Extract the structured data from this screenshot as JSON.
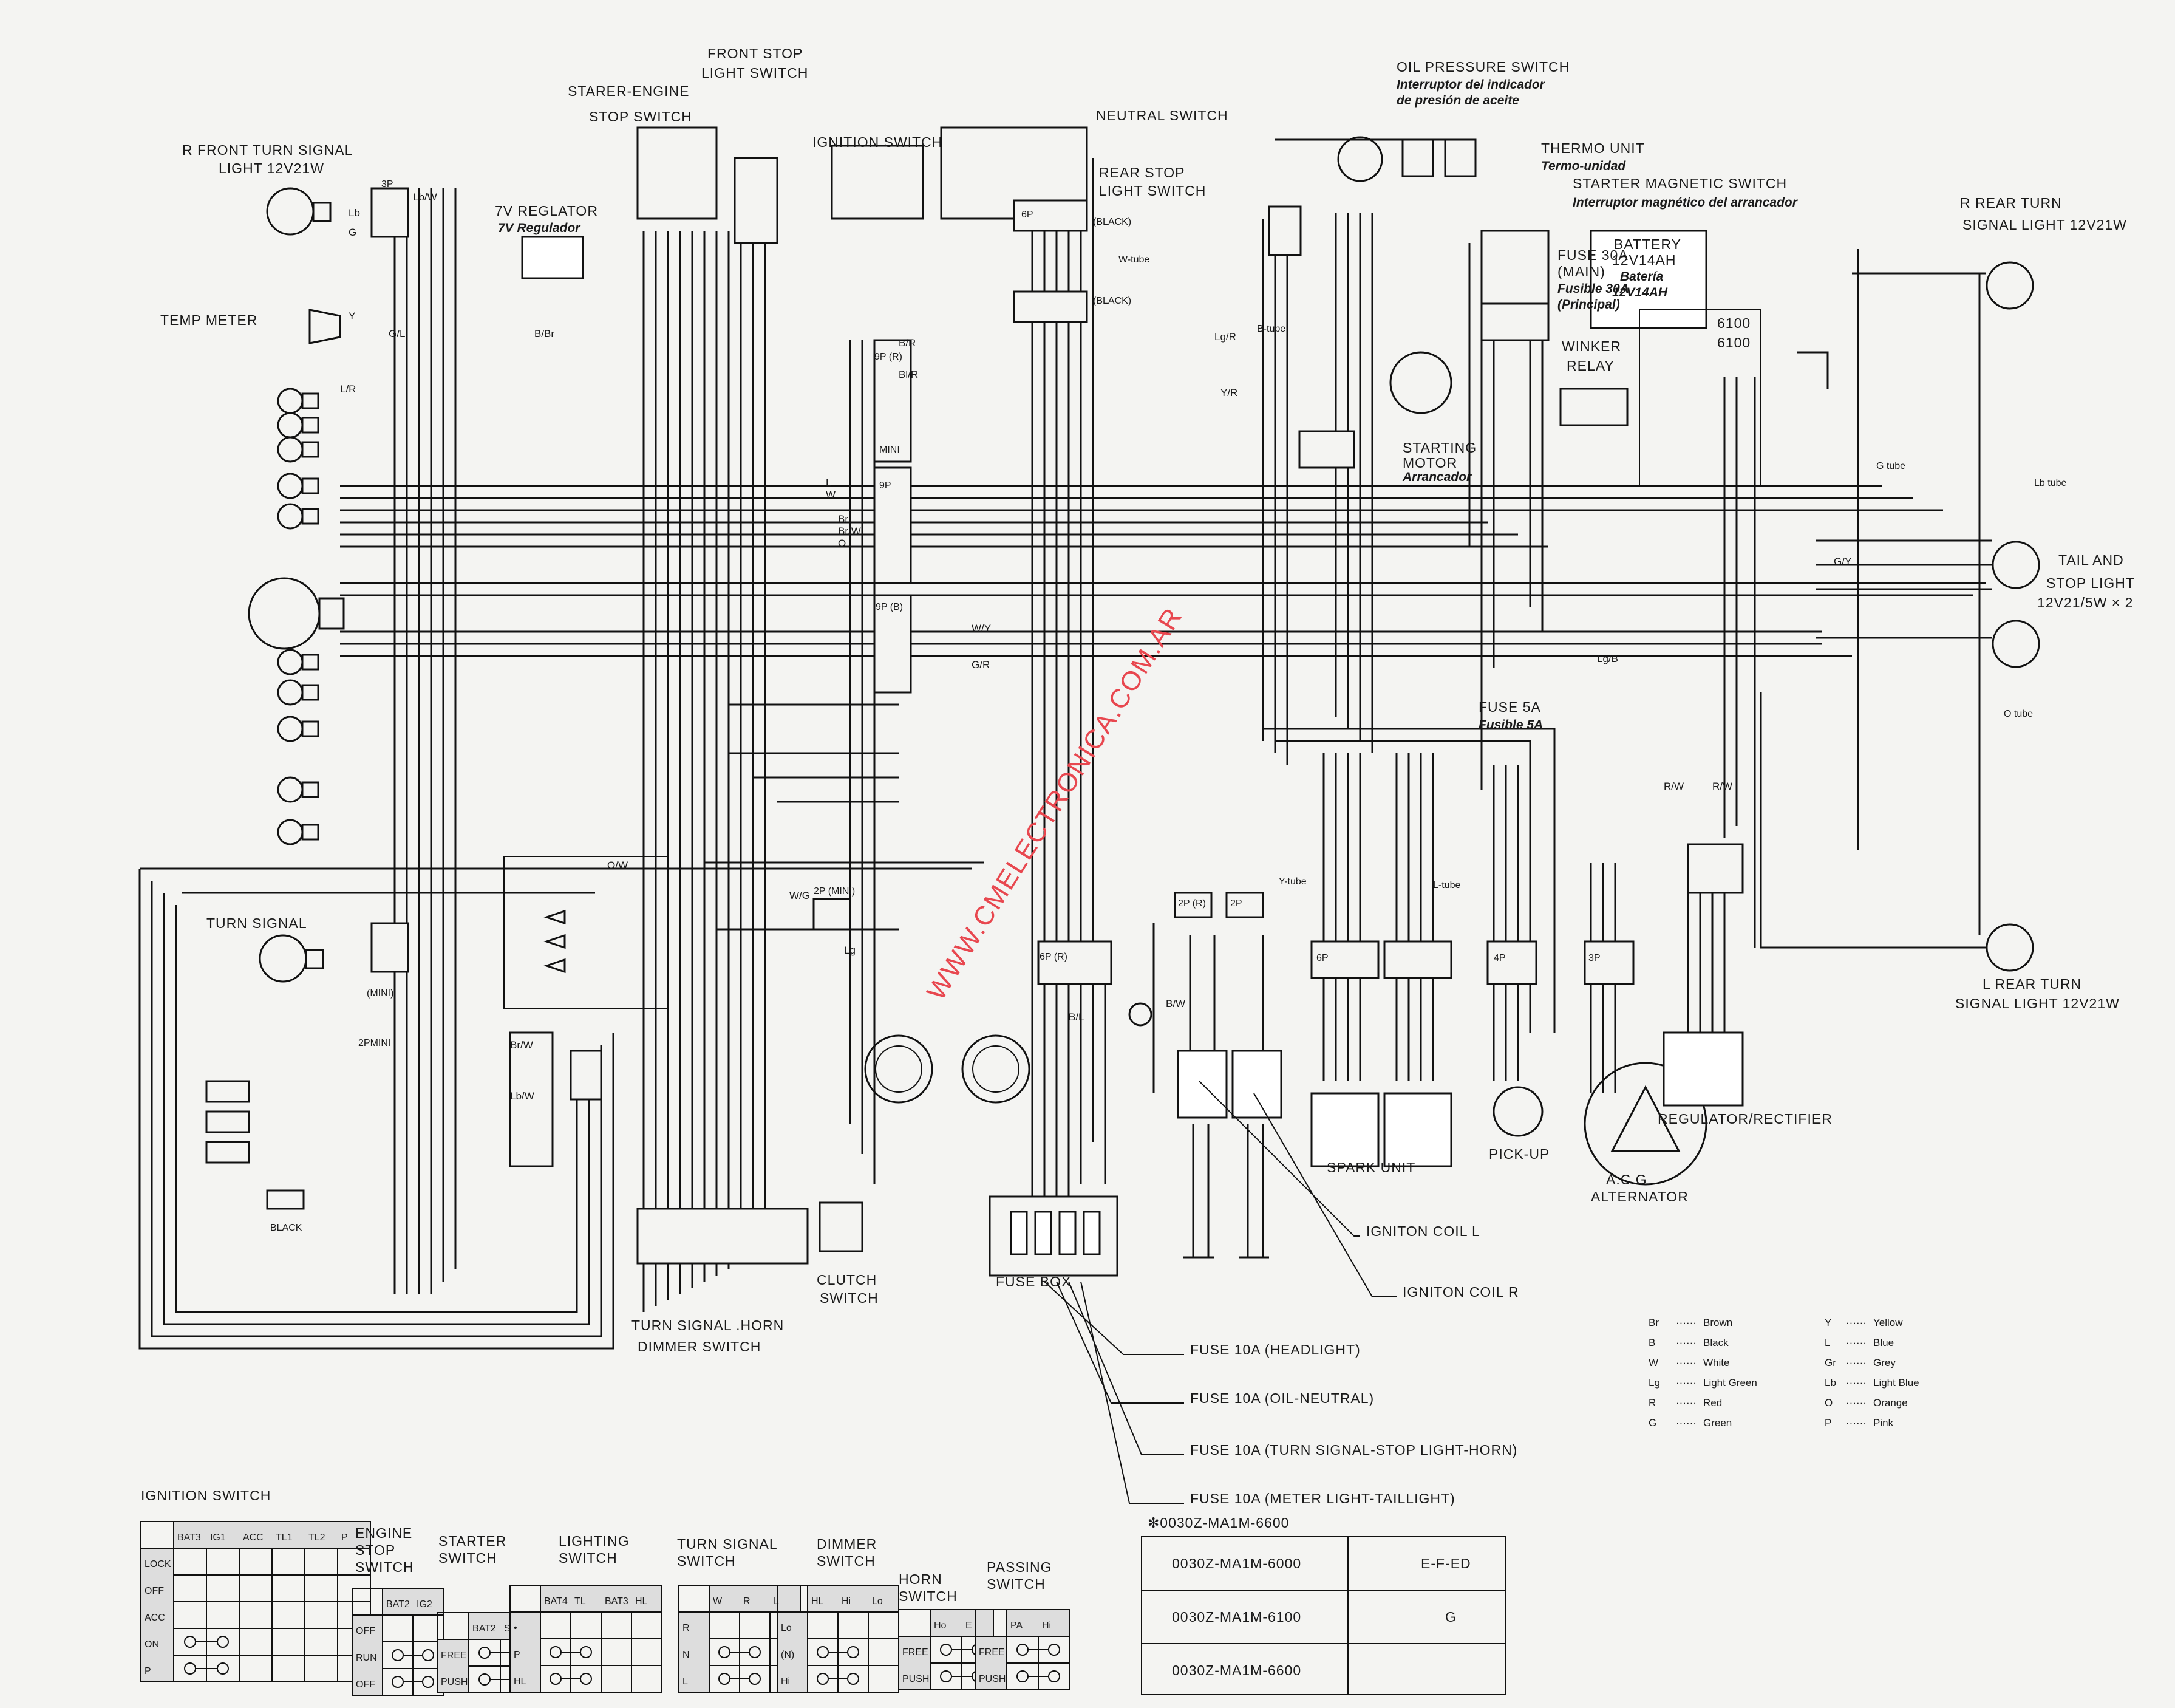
{
  "diagram": {
    "components": {
      "r_front_turn": [
        "R FRONT TURN SIGNAL",
        "LIGHT 12V21W"
      ],
      "starter_engine_stop": [
        "STARER-ENGINE",
        "STOP SWITCH"
      ],
      "front_stop": [
        "FRONT STOP",
        "LIGHT SWITCH"
      ],
      "ignition_switch": "IGNITION SWITCH",
      "neutral_switch": "NEUTRAL SWITCH",
      "rear_stop": [
        "REAR STOP",
        "LIGHT SWITCH"
      ],
      "regulator_7v": [
        "7V REGLATOR",
        "7V Regulador"
      ],
      "temp_meter": "TEMP METER",
      "oil_pressure": [
        "OIL PRESSURE SWITCH",
        "Interruptor del indicador",
        "de presión de aceite"
      ],
      "thermo_unit": [
        "THERMO UNIT",
        "Termo-unidad"
      ],
      "starter_magnetic": [
        "STARTER MAGNETIC SWITCH",
        "Interruptor magnético del arrancador"
      ],
      "fuse_30a": [
        "FUSE 30A",
        "(MAIN)",
        "Fusible 30A",
        "(Principal)"
      ],
      "battery": [
        "BATTERY",
        "12V14AH",
        "Batería",
        "12V14AH"
      ],
      "winker_relay": [
        "WINKER",
        "RELAY"
      ],
      "starting_motor": [
        "STARTING",
        "MOTOR",
        "Arrancador"
      ],
      "r_rear_turn": [
        "R REAR TURN",
        "SIGNAL LIGHT 12V21W"
      ],
      "tail_stop": [
        "TAIL AND",
        "STOP LIGHT",
        "12V21/5W × 2"
      ],
      "l_rear_turn": [
        "L REAR TURN",
        "SIGNAL LIGHT 12V21W"
      ],
      "fuse_5a": [
        "FUSE 5A",
        "Fusible 5A"
      ],
      "turn_signal": "TURN SIGNAL",
      "spark_unit": "SPARK UNIT",
      "pickup": "PICK-UP",
      "alternator": [
        "A.C.G",
        "ALTERNATOR"
      ],
      "regulator_rectifier": "REGULATOR/RECTIFIER",
      "ignition_coil_l": "IGNITON COIL L",
      "ignition_coil_r": "IGNITON COIL R",
      "fuse_box": "FUSE BOX",
      "clutch_switch": [
        "CLUTCH",
        "SWITCH"
      ],
      "handlebar_switch": [
        "TURN SIGNAL .HORN",
        "DIMMER SWITCH"
      ],
      "fuse_headlight": "FUSE 10A (HEADLIGHT)",
      "fuse_oil": "FUSE 10A (OIL-NEUTRAL)",
      "fuse_turn": "FUSE 10A (TURN SIGNAL-STOP LIGHT-HORN)",
      "fuse_meter": "FUSE 10A (METER LIGHT-TAILLIGHT)",
      "code_6100": [
        "6100",
        "6100"
      ],
      "watermark": "WWW.CMELECTRONICA.COM.AR"
    },
    "connectors": [
      "3P",
      "(MINI)",
      "9P (R)",
      "MINI",
      "9P",
      "9P (B)",
      "6P",
      "(BLACK)",
      "W-tube",
      "B-tube",
      "2P (MINI)",
      "2P (R)",
      "2P",
      "6P (R)",
      "6P",
      "4P",
      "3P",
      "2PMINI",
      "BLACK",
      "G tube",
      "Lb tube",
      "O tube",
      "Y-tube",
      "L-tube",
      "(BLACK)"
    ],
    "wire_labels": [
      "Lb/W",
      "Lb",
      "G",
      "Y",
      "G/L",
      "B/Br",
      "Lg/R",
      "B/R",
      "L/R",
      "Bl/R",
      "L",
      "W",
      "Br",
      "Br/W",
      "O",
      "O/W",
      "W/G",
      "Lg",
      "Br/W",
      "Lb/W",
      "G/Y",
      "R/W",
      "Y/R",
      "G/R",
      "W/Y",
      "R/W",
      "B/W",
      "B/L",
      "Lg/B"
    ]
  },
  "legend": {
    "title": "",
    "left": [
      {
        "code": "Br",
        "name": "Brown"
      },
      {
        "code": "B",
        "name": "Black"
      },
      {
        "code": "W",
        "name": "White"
      },
      {
        "code": "Lg",
        "name": "Light Green"
      },
      {
        "code": "R",
        "name": "Red"
      },
      {
        "code": "G",
        "name": "Green"
      }
    ],
    "right": [
      {
        "code": "Y",
        "name": "Yellow"
      },
      {
        "code": "L",
        "name": "Blue"
      },
      {
        "code": "Gr",
        "name": "Grey"
      },
      {
        "code": "Lb",
        "name": "Light Blue"
      },
      {
        "code": "O",
        "name": "Orange"
      },
      {
        "code": "P",
        "name": "Pink"
      }
    ]
  },
  "switch_tables": {
    "ignition": {
      "title": "IGNITION SWITCH",
      "cols": [
        "BAT3",
        "IG1",
        "ACC",
        "TL1",
        "TL2",
        "P"
      ],
      "rows": [
        "LOCK",
        "OFF",
        "ACC",
        "ON",
        "P"
      ]
    },
    "engine_stop": {
      "title": [
        "ENGINE",
        "STOP",
        "SWITCH"
      ],
      "cols": [
        "BAT2",
        "IG2"
      ],
      "rows": [
        "OFF",
        "RUN",
        "OFF"
      ]
    },
    "starter": {
      "title": [
        "STARTER",
        "SWITCH"
      ],
      "cols": [
        "BAT2",
        "ST"
      ],
      "rows": [
        "FREE",
        "PUSH"
      ]
    },
    "lighting": {
      "title": [
        "LIGHTING",
        "SWITCH"
      ],
      "cols": [
        "BAT4",
        "TL",
        "BAT3",
        "HL"
      ],
      "rows": [
        "•",
        "P",
        "HL"
      ]
    },
    "turn_signal": {
      "title": [
        "TURN SIGNAL",
        "SWITCH"
      ],
      "cols": [
        "W",
        "R",
        "L"
      ],
      "rows": [
        "R",
        "N",
        "L"
      ]
    },
    "dimmer": {
      "title": [
        "DIMMER",
        "SWITCH"
      ],
      "cols": [
        "HL",
        "Hi",
        "Lo"
      ],
      "rows": [
        "Lo",
        "(N)",
        "Hi"
      ]
    },
    "horn": {
      "title": [
        "HORN",
        "SWITCH"
      ],
      "cols": [
        "Ho",
        "E"
      ],
      "rows": [
        "FREE",
        "PUSH"
      ]
    },
    "passing": {
      "title": [
        "PASSING",
        "SWITCH"
      ],
      "cols": [
        "PA",
        "Hi"
      ],
      "rows": [
        "FREE",
        "PUSH"
      ]
    }
  },
  "model_table": {
    "title": "✻0030Z-MA1M-6600",
    "rows": [
      {
        "code": "0030Z-MA1M-6000",
        "area": "E-F-ED"
      },
      {
        "code": "0030Z-MA1M-6100",
        "area": "G"
      },
      {
        "code": "0030Z-MA1M-6600",
        "area": ""
      }
    ]
  }
}
